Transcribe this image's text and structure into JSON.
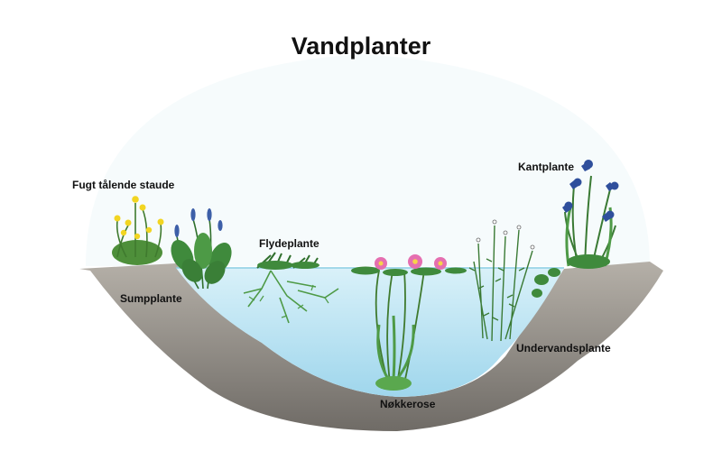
{
  "title": "Vandplanter",
  "labels": {
    "fugt": "Fugt tålende staude",
    "sump": "Sumpplante",
    "flyde": "Flydeplante",
    "kant": "Kantplante",
    "undervands": "Undervandsplante",
    "noekkerose": "Nøkkerose"
  },
  "colors": {
    "water": "#bfe6f3",
    "soil": "#8d8a84",
    "leaf": "#3f8a3c",
    "lily_flower": "#e56fb0",
    "iris_flower": "#2f4f9c",
    "marsh_flower": "#f2d522"
  }
}
